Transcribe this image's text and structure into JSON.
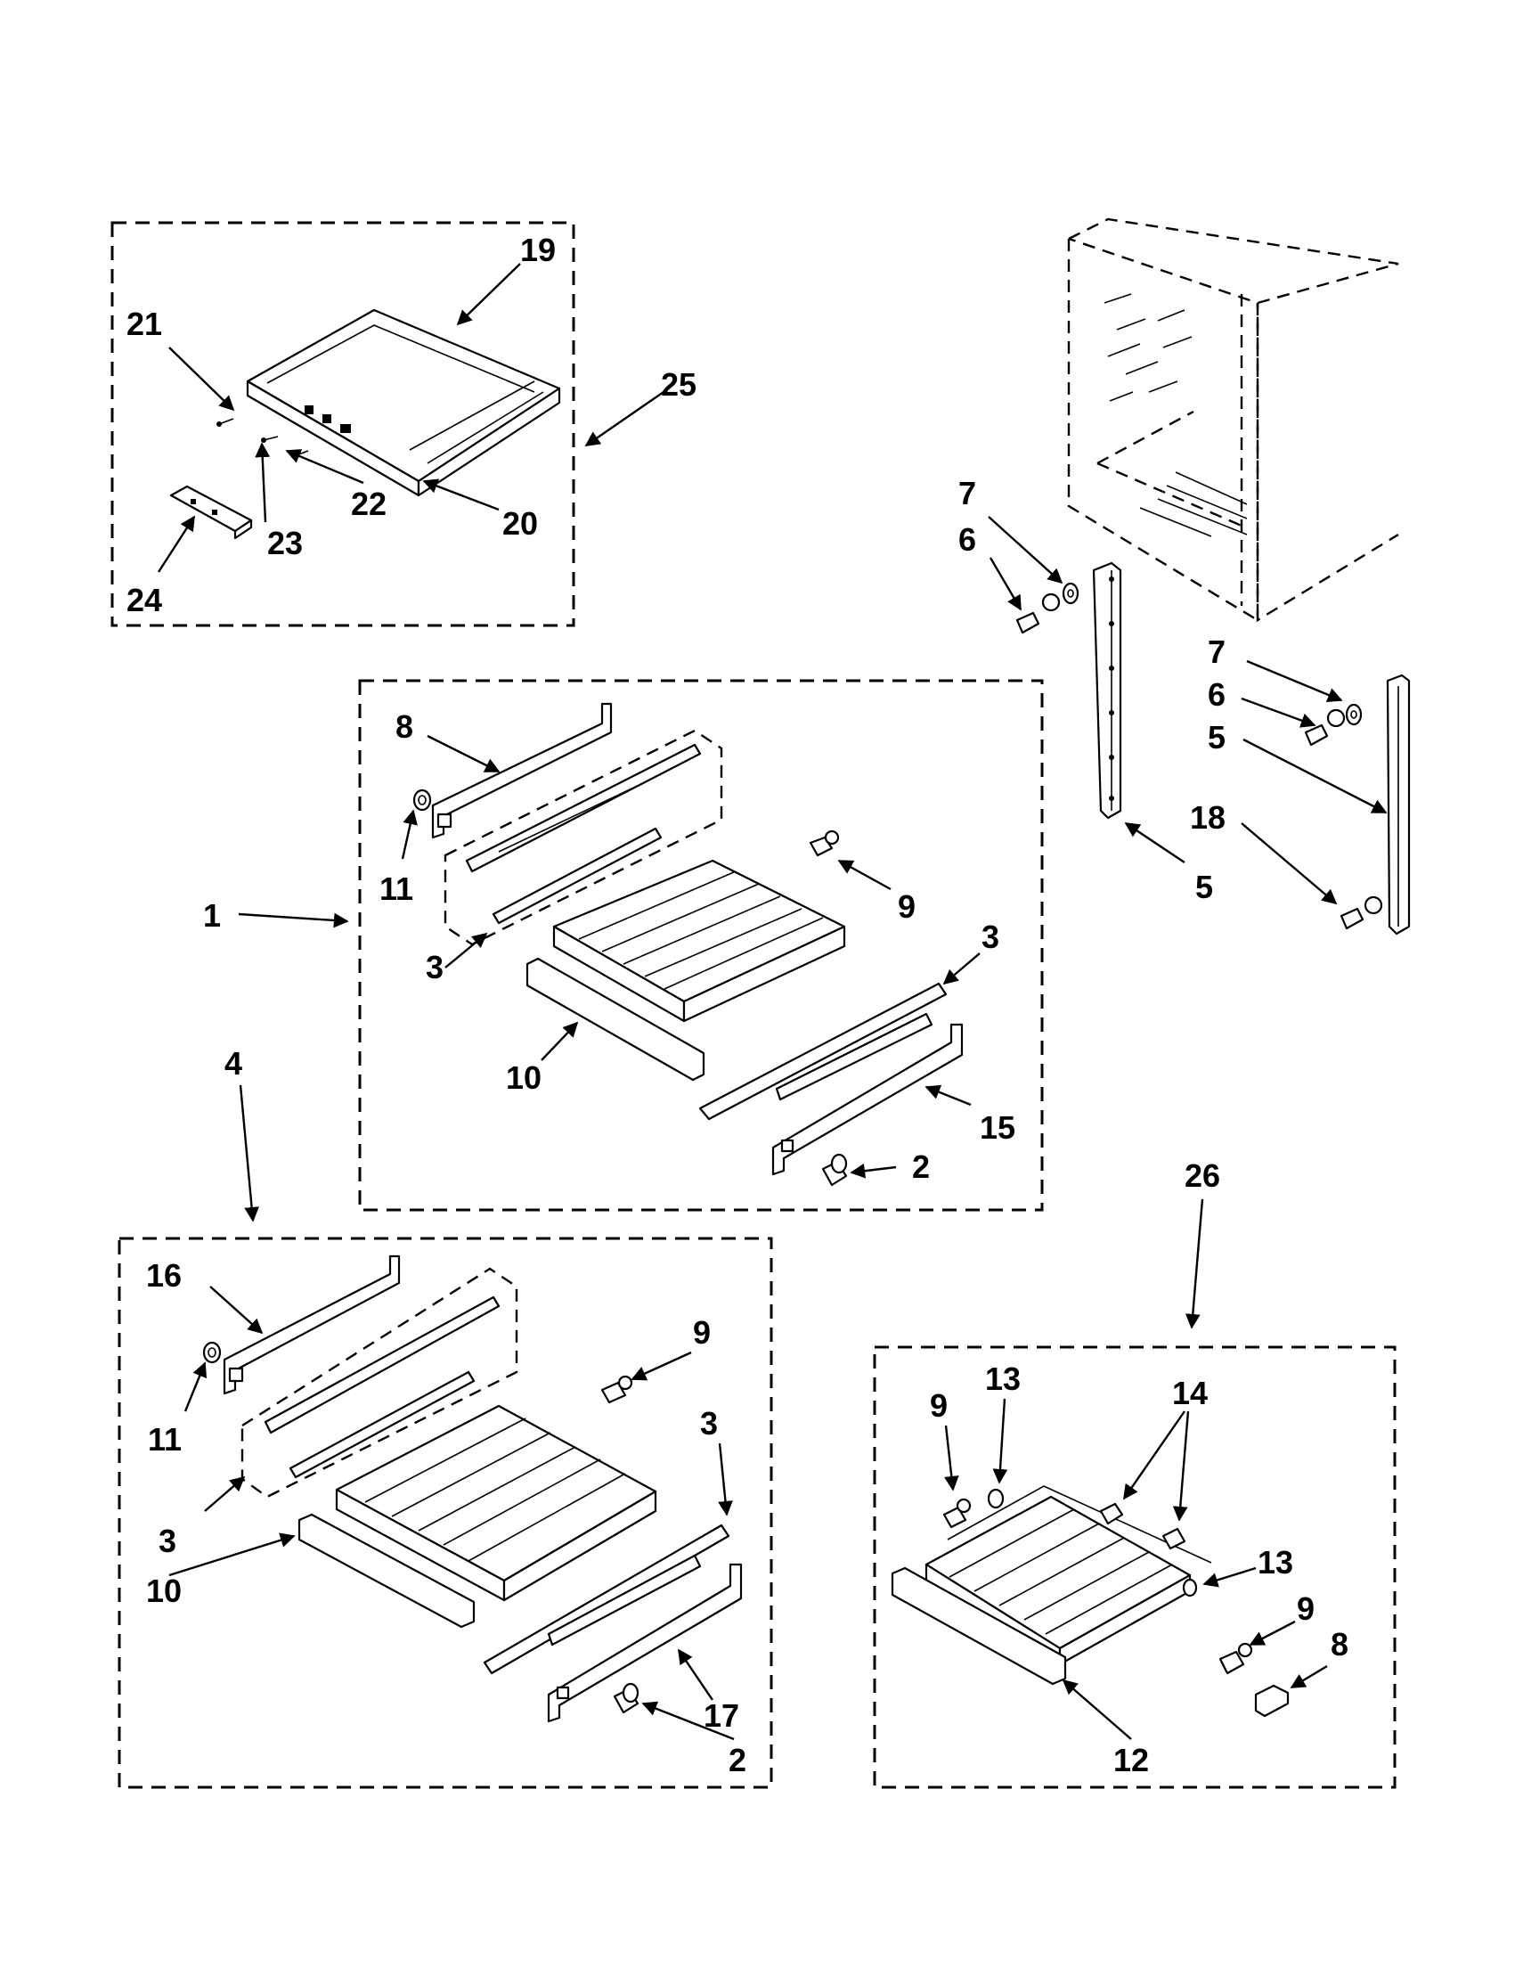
{
  "callouts": {
    "c1": "1",
    "c2a": "2",
    "c2b": "2",
    "c3a": "3",
    "c3b": "3",
    "c3c": "3",
    "c3d": "3",
    "c4": "4",
    "c5a": "5",
    "c5b": "5",
    "c6a": "6",
    "c6b": "6",
    "c7a": "7",
    "c7b": "7",
    "c8a": "8",
    "c8b": "8",
    "c9a": "9",
    "c9b": "9",
    "c9c": "9",
    "c9d": "9",
    "c10a": "10",
    "c10b": "10",
    "c11a": "11",
    "c11b": "11",
    "c12": "12",
    "c13a": "13",
    "c13b": "13",
    "c14": "14",
    "c15": "15",
    "c16": "16",
    "c17": "17",
    "c18": "18",
    "c19": "19",
    "c20": "20",
    "c21": "21",
    "c22": "22",
    "c23": "23",
    "c24": "24",
    "c25": "25",
    "c26": "26"
  }
}
